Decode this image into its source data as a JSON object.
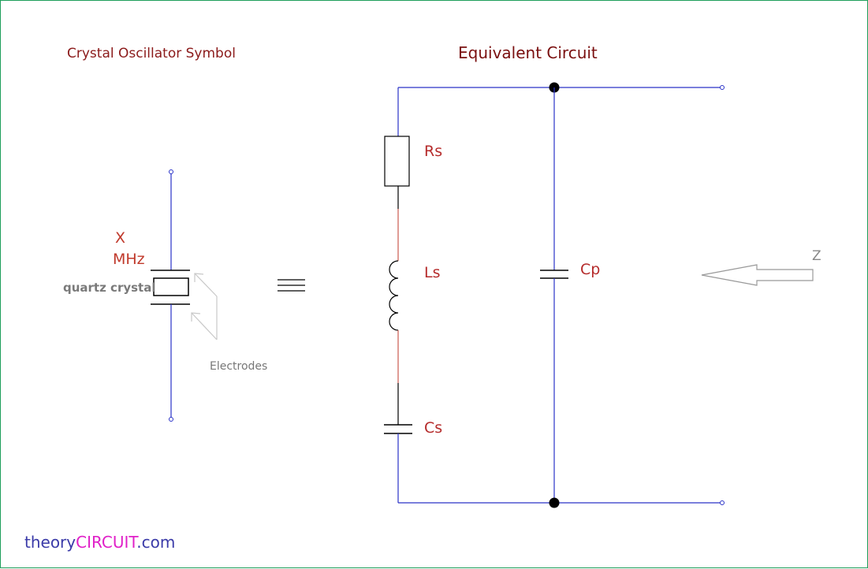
{
  "symbol_title": "Crystal Oscillator Symbol",
  "circuit_title": "Equivalent Circuit",
  "symbol": {
    "freq_line1": "X",
    "freq_line2": "MHz",
    "crystal_label": "quartz crystal",
    "electrodes_label": "Electrodes"
  },
  "components": {
    "rs": "Rs",
    "ls": "Ls",
    "cs": "Cs",
    "cp": "Cp"
  },
  "impedance_label": "Z",
  "brand": {
    "part1": "theory",
    "part2": "CIRCUIT",
    "part3": ".com"
  },
  "colors": {
    "wire": "#2a33c8",
    "inductor_wire": "#c0392b",
    "brand_blue": "#3a3aa8",
    "brand_magenta": "#e020c8"
  }
}
